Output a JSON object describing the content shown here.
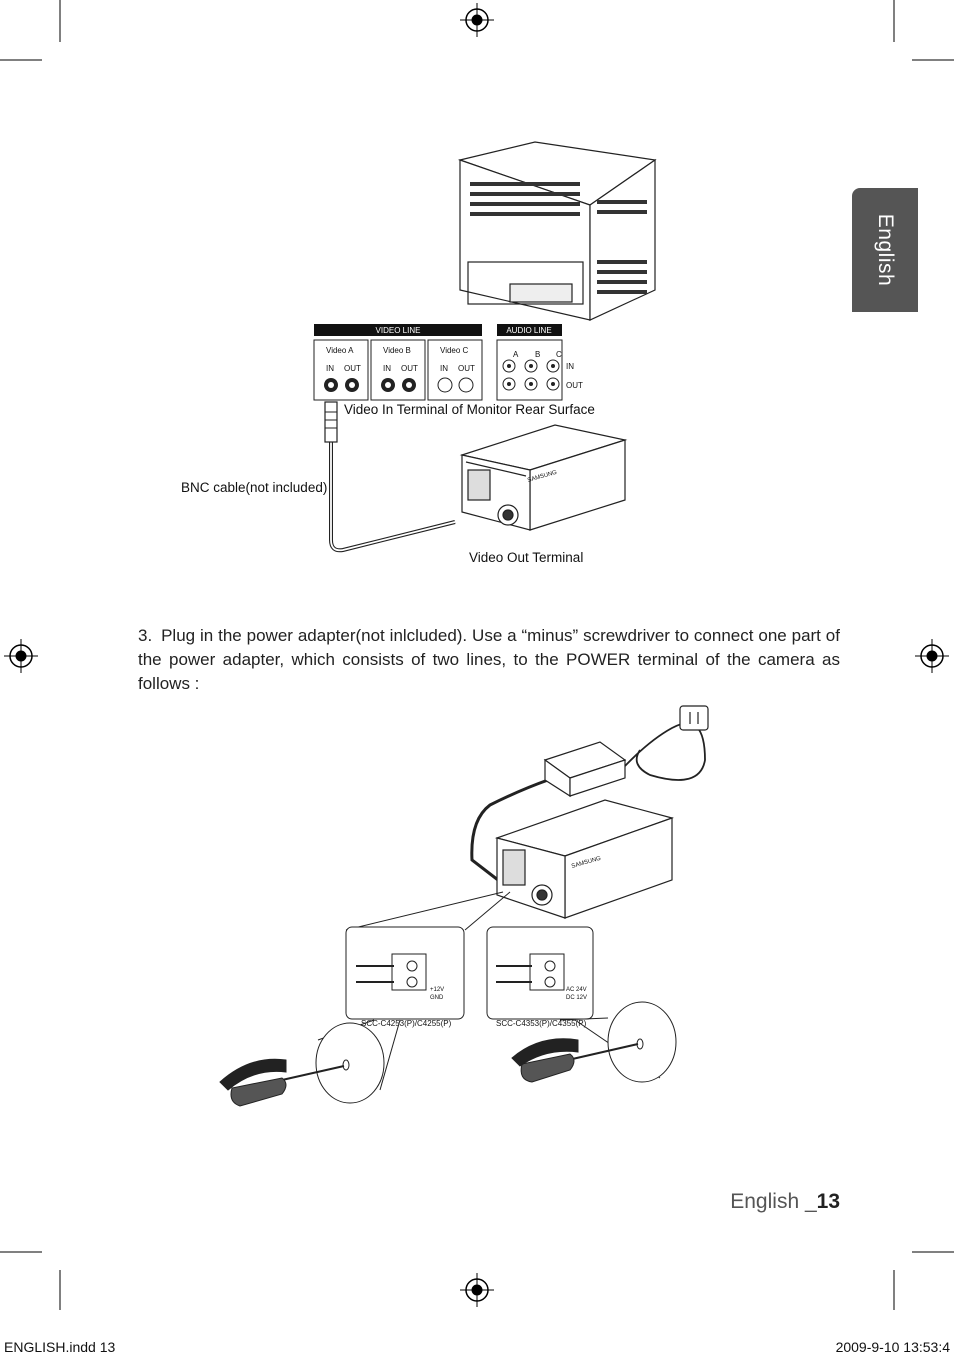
{
  "side_tab": {
    "label": "English"
  },
  "diagram1": {
    "video_line_header": "VIDEO LINE",
    "audio_line_header": "AUDIO LINE",
    "video_a": "Video A",
    "video_b": "Video B",
    "video_c": "Video C",
    "in_label": "IN",
    "out_label": "OUT",
    "audio_a": "A",
    "audio_b": "B",
    "audio_c": "C",
    "audio_in": "IN",
    "audio_out": "OUT",
    "video_in_terminal_label": "Video In Terminal of Monitor Rear Surface",
    "bnc_cable_label": "BNC cable(not included)",
    "video_out_terminal_label": "Video Out Terminal",
    "brand": "SAMSUNG"
  },
  "step3": {
    "number": "3.",
    "text": "Plug in the power adapter(not inlcluded). Use a “minus” screwdriver to connect one part of the power adapter, which consists of two lines, to the POWER terminal of the camera as follows :"
  },
  "diagram2": {
    "left_model": "SCC-C4253(P)/C4255(P)",
    "left_v1": "+12V",
    "left_v2": "GND",
    "right_model": "SCC-C4353(P)/C4355(P)",
    "right_v1": "AC 24V",
    "right_v2": "DC 12V",
    "brand": "SAMSUNG"
  },
  "footer": {
    "prefix": "English _",
    "page_number": "13"
  },
  "slug": {
    "file": "ENGLISH.indd   13",
    "timestamp": "2009-9-10   13:53:4"
  }
}
